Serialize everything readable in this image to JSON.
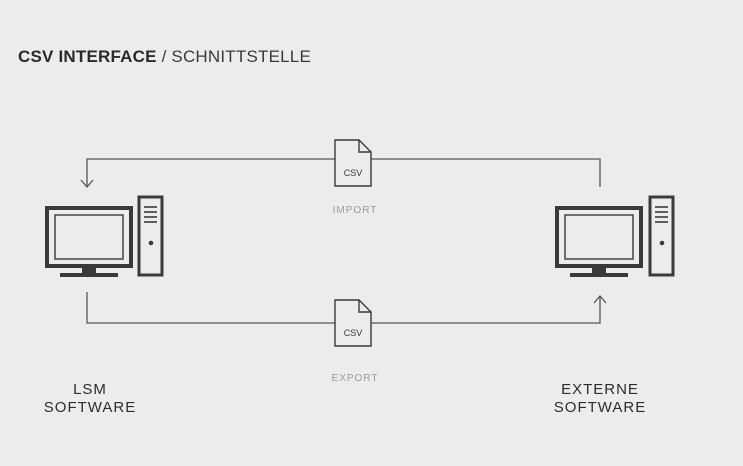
{
  "heading": {
    "bold": "CSV INTERFACE",
    "light": "/ SCHNITTSTELLE"
  },
  "files": {
    "top_label": "CSV",
    "bottom_label": "CSV"
  },
  "flows": {
    "top": "IMPORT",
    "bottom": "EXPORT"
  },
  "nodes": {
    "left": [
      "LSM",
      "SOFTWARE"
    ],
    "right": [
      "EXTERNE",
      "SOFTWARE"
    ]
  },
  "colors": {
    "background": "#ececec",
    "line": "#555555",
    "icon": "#3a3a3a"
  }
}
